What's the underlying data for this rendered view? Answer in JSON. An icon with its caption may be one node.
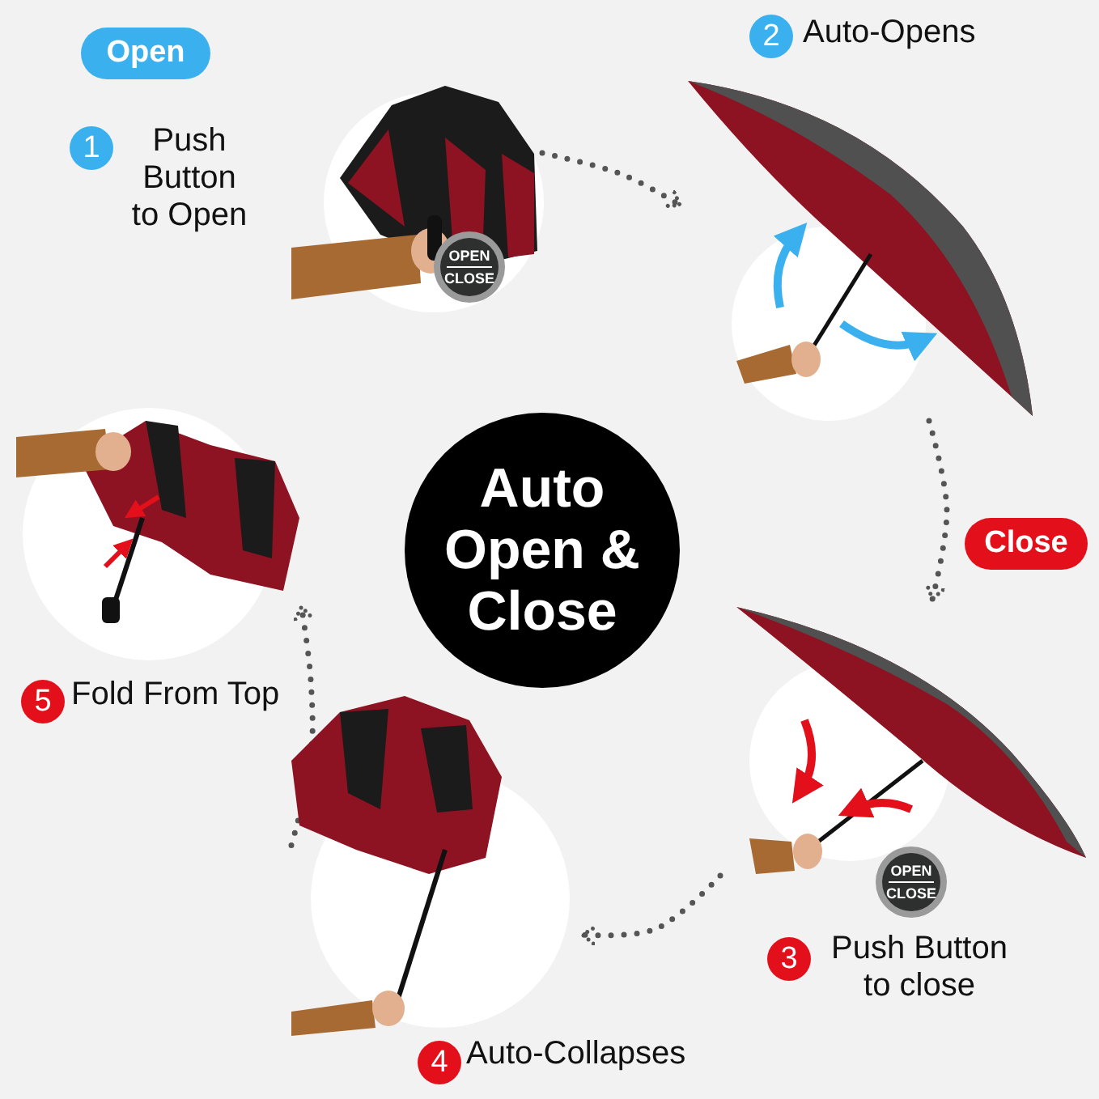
{
  "diagram": {
    "nodes": [
      {
        "text": [
          "Auto Open & Close"
        ]
      },
      {
        "text": [],
        "shape": "picture",
        "beside": [
          "1",
          "Push Button to Open"
        ]
      },
      {
        "text": [],
        "shape": "picture",
        "beside": [
          "2",
          "Auto-Opens"
        ]
      },
      {
        "text": [],
        "shape": "picture",
        "beside": [
          "3",
          "Push Button to close"
        ]
      },
      {
        "text": [],
        "shape": "picture",
        "beside": [
          "4",
          "Auto-Collapses"
        ]
      },
      {
        "text": [],
        "shape": "picture",
        "beside": [
          "5",
          "Fold From Top"
        ]
      }
    ],
    "edges": [
      {
        "from": 1,
        "to": 2,
        "arrow": "to",
        "style": "dashed"
      },
      {
        "from": 2,
        "to": 3,
        "arrow": "to",
        "style": "dashed"
      },
      {
        "from": 3,
        "to": 4,
        "arrow": "to",
        "style": "dashed"
      },
      {
        "from": 4,
        "to": 5,
        "arrow": "to",
        "style": "dashed"
      }
    ],
    "labels": [
      "Open",
      "OPEN",
      "CLOSE",
      "Close",
      "OPEN",
      "CLOSE"
    ]
  }
}
